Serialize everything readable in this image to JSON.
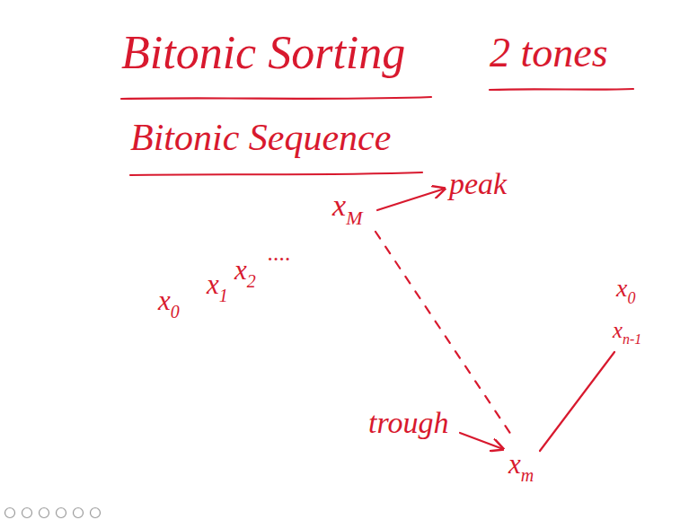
{
  "diagram": {
    "title": "Bitonic Sorting",
    "labels": [
      "2 tones",
      "Bitonic Sequence",
      "xM",
      "peak",
      "x0",
      "x1",
      "x2",
      "....",
      "trough",
      "xm",
      "xn-1",
      "x0"
    ]
  }
}
